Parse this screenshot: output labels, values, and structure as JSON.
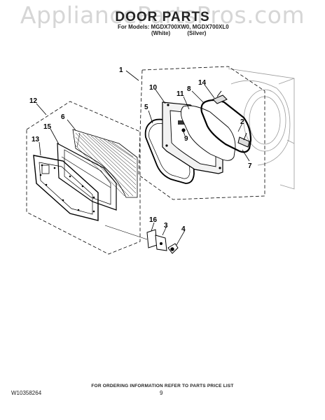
{
  "watermark": "AppliancePartsPros.com",
  "header": {
    "title": "DOOR PARTS",
    "models": "For Models: MGDX700XW0, MGDX700XL0",
    "variant_white": "(White)",
    "variant_silver": "(Silver)"
  },
  "callouts": [
    "1",
    "2",
    "3",
    "4",
    "5",
    "6",
    "7",
    "8",
    "9",
    "10",
    "11",
    "12",
    "13",
    "14",
    "15",
    "16"
  ],
  "footer": {
    "note": "FOR ORDERING INFORMATION REFER TO PARTS PRICE LIST",
    "doc_code": "W10358264",
    "page": "9"
  }
}
